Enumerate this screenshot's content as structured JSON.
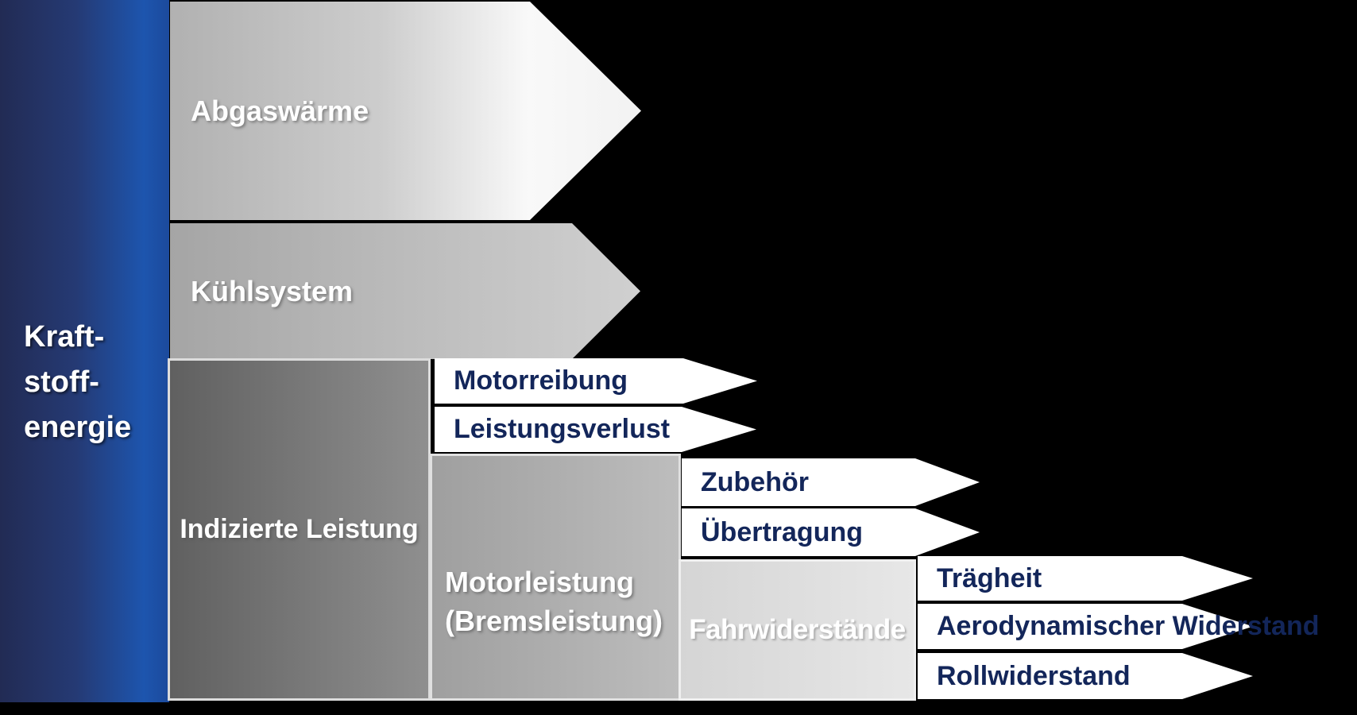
{
  "diagram": {
    "source": {
      "lines": [
        "Kraft-",
        "stoff-",
        "energie"
      ]
    },
    "top_losses": [
      {
        "label": "Abgaswärme"
      },
      {
        "label": "Kühlsystem"
      }
    ],
    "stage_indicated_power": {
      "label": "Indizierte Leistung",
      "branches": [
        {
          "label": "Motorreibung"
        },
        {
          "label": "Leistungsverlust"
        }
      ]
    },
    "stage_engine_power": {
      "lines": [
        "Motorleistung",
        "(Bremsleistung)"
      ],
      "branches": [
        {
          "label": "Zubehör"
        },
        {
          "label": "Übertragung"
        }
      ]
    },
    "stage_driving_resistance": {
      "label": "Fahrwiderstände",
      "branches": [
        {
          "label": "Trägheit"
        },
        {
          "label": "Aerodynamischer Widerstand"
        },
        {
          "label": "Rollwiderstand"
        }
      ]
    }
  },
  "palette": {
    "background": "#000000",
    "source_bar_gradient": [
      "#222b54",
      "#1d55ae"
    ],
    "branch_text": "#13265a",
    "block_text": "#ffffff",
    "abgas_arrow_gradient": [
      "#b1b1b1",
      "#f2f2f2"
    ],
    "kuehl_arrow_gradient": [
      "#a5a5a5",
      "#d0d0d0"
    ],
    "indicated_block_gradient": [
      "#606060",
      "#8f8f8f"
    ],
    "engine_block_gradient": [
      "#9f9f9f",
      "#bdbdbd"
    ],
    "resistance_block_gradient": [
      "#d5d5d5",
      "#e7e7e7"
    ],
    "branch_arrow_fill": "#ffffff",
    "branch_arrow_border": "#c8c8c8"
  }
}
